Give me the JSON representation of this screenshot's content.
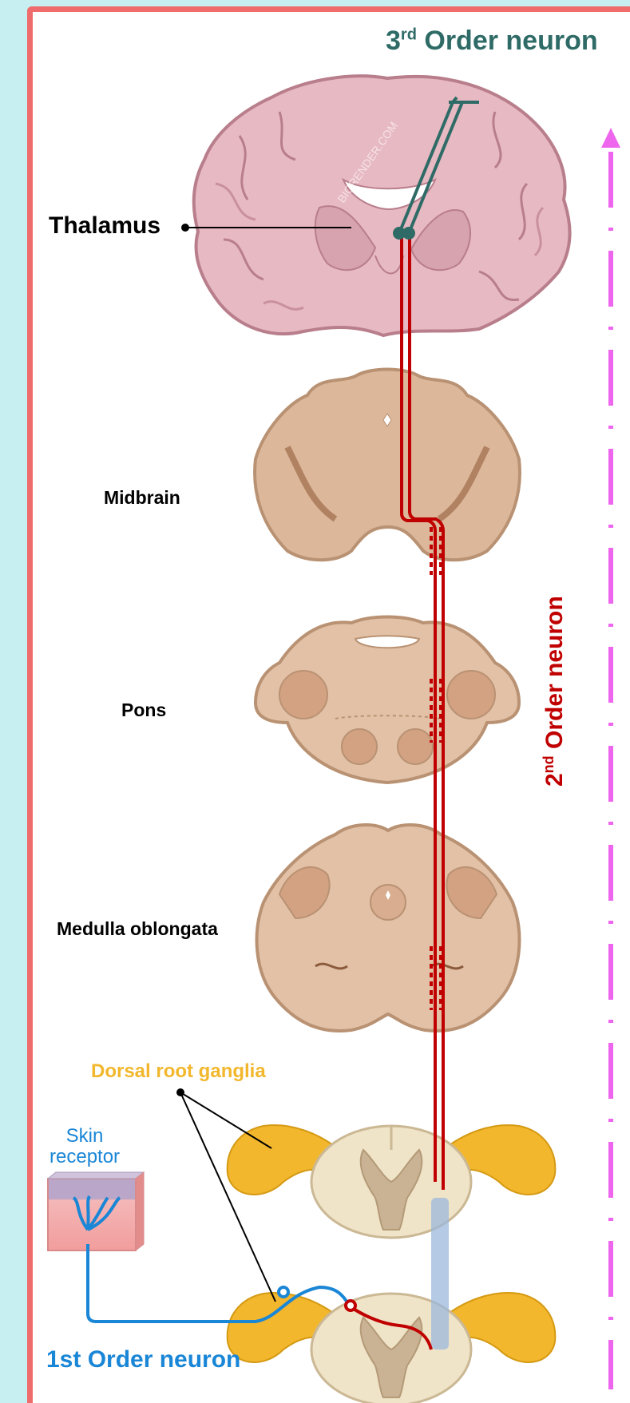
{
  "labels": {
    "third_order": {
      "prefix": "3",
      "sup": "rd",
      "suffix": " Order neuron"
    },
    "second_order": {
      "prefix": "2",
      "sup": "nd",
      "suffix": " Order neuron"
    },
    "first_order": "1st Order neuron",
    "thalamus": "Thalamus",
    "midbrain": "Midbrain",
    "pons": "Pons",
    "medulla": "Medulla oblongata",
    "dorsal_root_ganglia": "Dorsal root ganglia",
    "skin_receptor_line1": "Skin",
    "skin_receptor_line2": "receptor"
  },
  "watermark": "BIORENDER.COM",
  "colors": {
    "background": "#c7eef0",
    "frame_border": "#f06c6c",
    "third_order": "#2f6b66",
    "second_order": "#c00000",
    "first_order": "#1a86d6",
    "ganglia": "#f2b72c",
    "arrow": "#ee66ee",
    "brain": "#e7b9c2",
    "brainstem": "#e2c1a6",
    "spinal_cord": "#efe3c8"
  }
}
